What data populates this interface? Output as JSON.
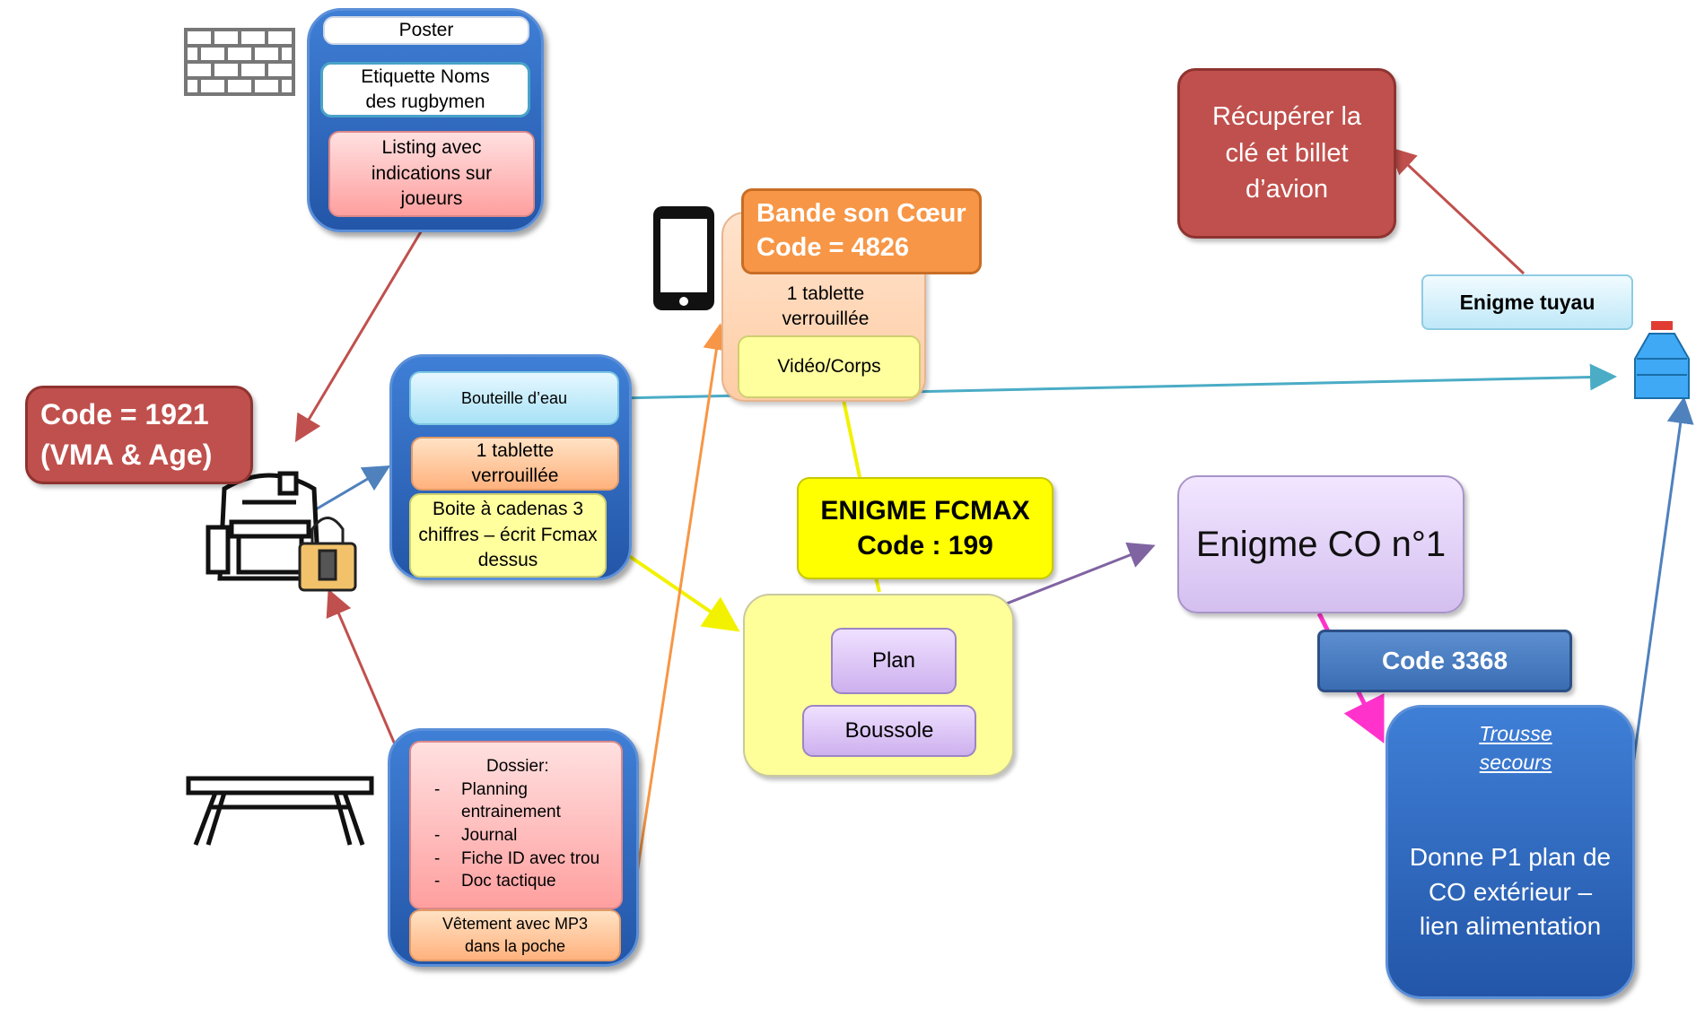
{
  "poster_group": {
    "poster": "Poster",
    "etiquette": "Etiquette Noms des rugbymen",
    "listing": "Listing avec indications sur joueurs"
  },
  "code_1921": {
    "line1": "Code = 1921",
    "line2": "(VMA & Age)"
  },
  "bag_group": {
    "bouteille": "Bouteille d’eau",
    "tablette": "1 tablette verrouillée",
    "boite": "Boite à cadenas 3 chiffres – écrit Fcmax dessus"
  },
  "table_group": {
    "dossier_title": "Dossier:",
    "dossier_items": [
      "Planning entrainement",
      "Journal",
      "Fiche ID avec trou",
      "Doc tactique"
    ],
    "vetement": "Vêtement avec MP3 dans la poche"
  },
  "bande_son": {
    "line1": "Bande son Cœur",
    "line2": "Code = 4826"
  },
  "phone_group": {
    "tablette": "1 tablette verrouillée",
    "video": "Vidéo/Corps"
  },
  "enigme_fcmax": {
    "line1": "ENIGME FCMAX",
    "line2": "Code : 199"
  },
  "lock_group": {
    "plan": "Plan",
    "boussole": "Boussole"
  },
  "enigme_co": "Enigme CO n°1",
  "code_3368": "Code 3368",
  "trousse": {
    "label": "Trousse secours",
    "text": "Donne P1 plan de CO extérieur – lien alimentation"
  },
  "recuperer": "Récupérer la clé et billet d’avion",
  "enigme_tuyau": "Enigme tuyau",
  "colors": {
    "red": "#c0504d",
    "orange": "#f79646",
    "yellow": "#ffff00",
    "blue": "#3a6db3",
    "arrow_red": "#c0504d",
    "arrow_blue": "#4bacc6",
    "arrow_purple": "#8064a2",
    "arrow_magenta": "#ff33cc"
  },
  "icons": [
    "brick-wall-icon",
    "backpack-icon",
    "padlock-icon",
    "table-icon",
    "smartphone-icon",
    "water-bottle-icon",
    "first-aid-box-icon"
  ]
}
